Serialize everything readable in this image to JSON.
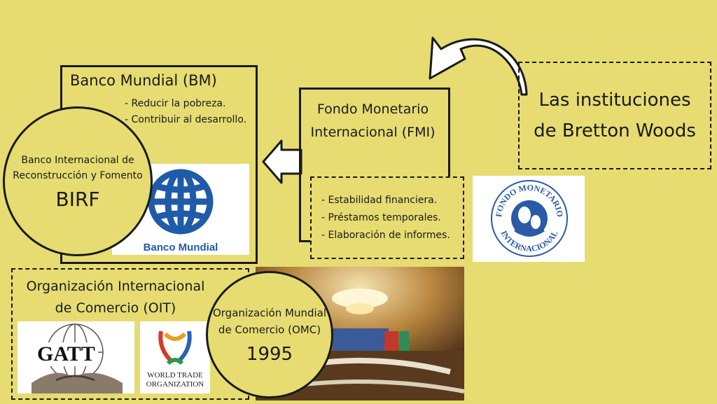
{
  "banco_mundial": {
    "title": "Banco Mundial (BM)",
    "bullets": [
      "- Reducir la pobreza.",
      "- Contribuir al desarrollo."
    ],
    "logo_label": "Banco Mundial"
  },
  "birf": {
    "name_line1": "Banco Internacional de",
    "name_line2": "Reconstrucción y Fomento",
    "abbr": "BIRF"
  },
  "fmi": {
    "title_line1": "Fondo Monetario",
    "title_line2": "Internacional (FMI)",
    "bullets": [
      "- Estabilidad financiera.",
      "- Préstamos temporales.",
      "- Elaboración de informes."
    ],
    "logo_text_top": "FONDO MONETARIO",
    "logo_text_bottom": "INTERNACIONAL"
  },
  "bretton_woods": {
    "line1": "Las instituciones",
    "line2": "de Bretton Woods"
  },
  "oit": {
    "line1": "Organización Internacional",
    "line2": "de Comercio (OIT)"
  },
  "gatt_logo": {
    "word": "GATT"
  },
  "wto_logo": {
    "line1": "WORLD TRADE",
    "line2": "ORGANIZATION"
  },
  "omc": {
    "line1": "Organización Mundial",
    "line2": "de Comercio (OMC)",
    "year": "1995"
  },
  "colors": {
    "background": "#e6dc72",
    "ink": "#1a1a1a",
    "world_bank_blue": "#1f5ba8",
    "imf_blue": "#2a5aa8"
  }
}
